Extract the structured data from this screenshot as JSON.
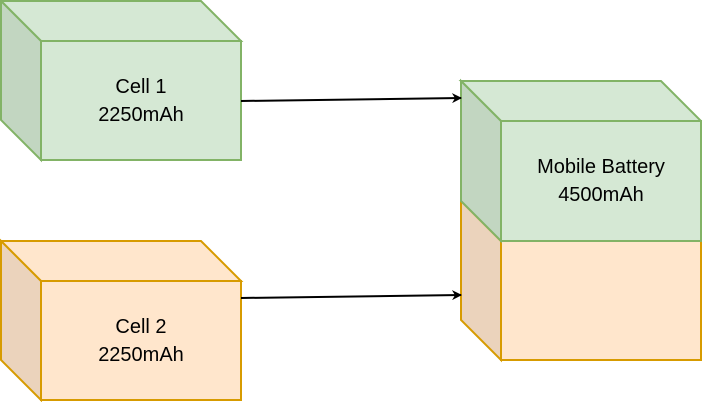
{
  "cell1": {
    "line1": "Cell 1",
    "line2": "2250mAh"
  },
  "cell2": {
    "line1": "Cell 2",
    "line2": "2250mAh"
  },
  "battery": {
    "line1": "Mobile Battery",
    "line2": "4500mAh"
  },
  "colors": {
    "green_front": "#d5e8d4",
    "green_side": "#c2d6c1",
    "green_stroke": "#82b366",
    "orange_front": "#ffe6cc",
    "orange_side": "#ebd3bc",
    "orange_stroke": "#d79b00",
    "arrow": "#000000"
  }
}
